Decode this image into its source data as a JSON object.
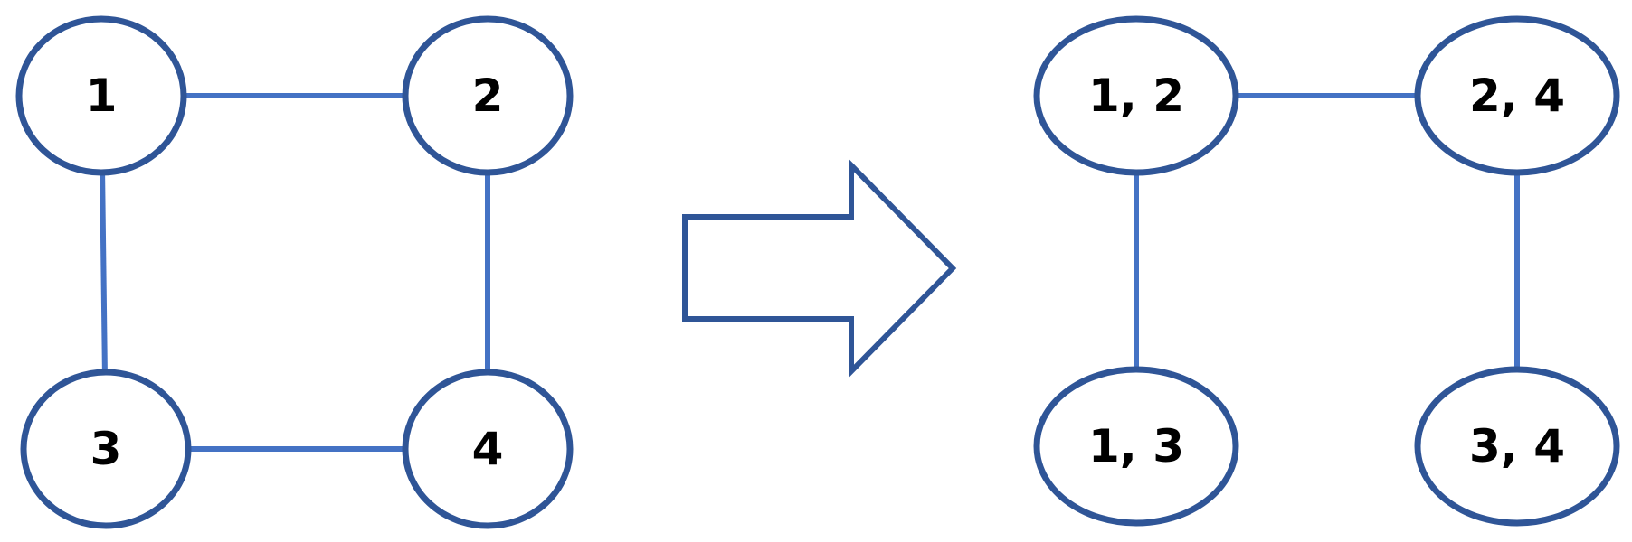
{
  "graph": {
    "nodes": [
      {
        "id": "n1",
        "label": "1"
      },
      {
        "id": "n2",
        "label": "2"
      },
      {
        "id": "n3",
        "label": "3"
      },
      {
        "id": "n4",
        "label": "4"
      }
    ],
    "edges": [
      {
        "from": "n1",
        "to": "n2"
      },
      {
        "from": "n1",
        "to": "n3"
      },
      {
        "from": "n2",
        "to": "n4"
      },
      {
        "from": "n3",
        "to": "n4"
      }
    ]
  },
  "line_graph": {
    "nodes": [
      {
        "id": "e12",
        "label": "1, 2"
      },
      {
        "id": "e24",
        "label": "2, 4"
      },
      {
        "id": "e13",
        "label": "1, 3"
      },
      {
        "id": "e34",
        "label": "3, 4"
      }
    ],
    "edges": [
      {
        "from": "e12",
        "to": "e24"
      },
      {
        "from": "e12",
        "to": "e13"
      },
      {
        "from": "e24",
        "to": "e34"
      }
    ]
  },
  "colors": {
    "node_stroke": "#2F5597",
    "edge_stroke": "#4472C4",
    "arrow_stroke": "#2F5597",
    "text": "#000000"
  }
}
